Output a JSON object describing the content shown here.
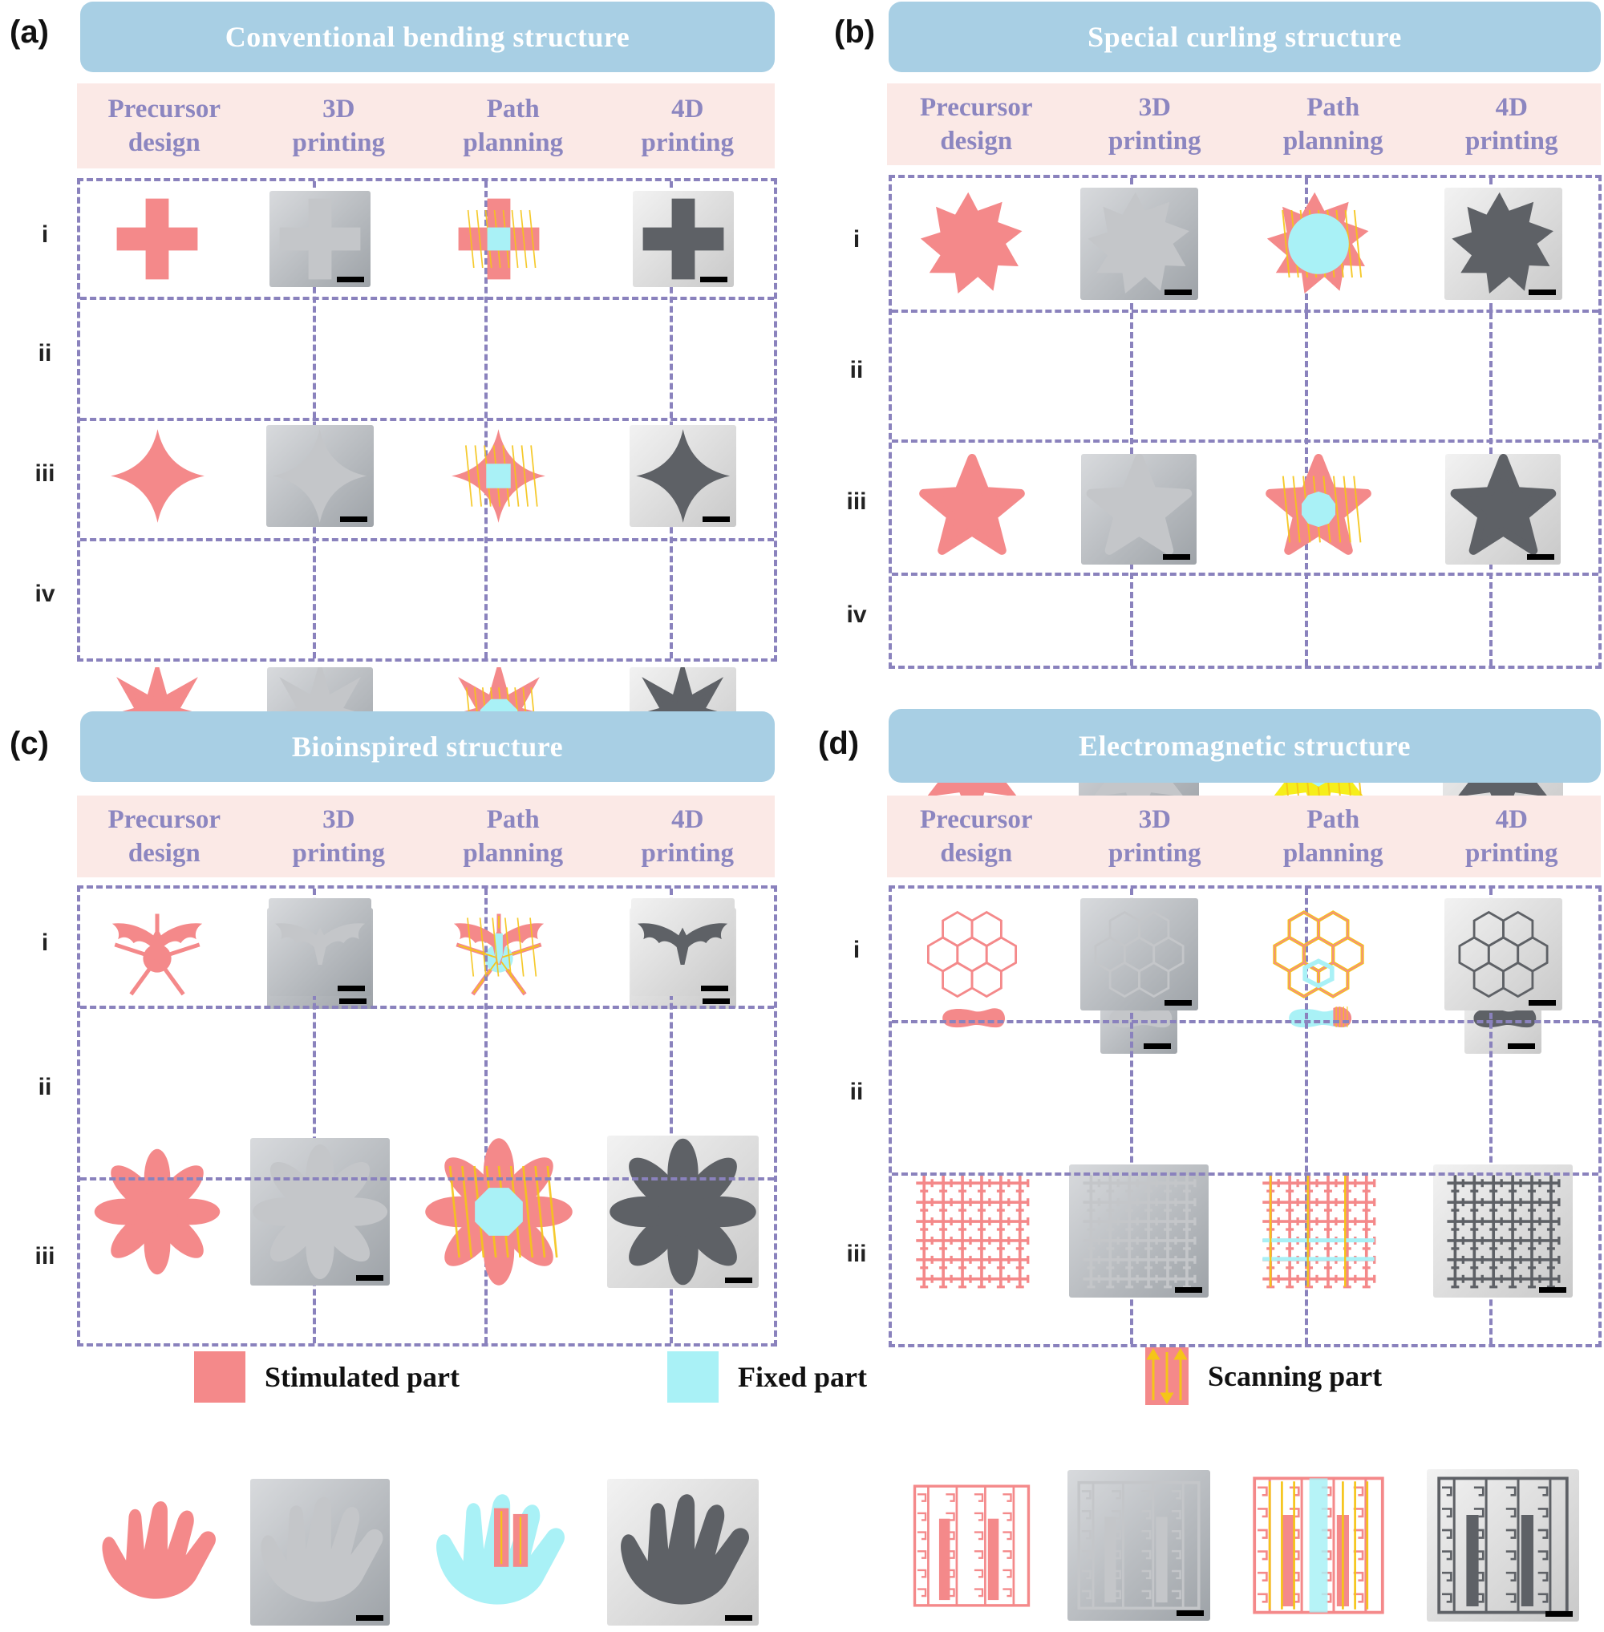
{
  "panels": [
    {
      "id": "a",
      "label": "(a)",
      "title": "Conventional bending structure",
      "headers": [
        "Precursor design",
        "3D printing",
        "Path planning",
        "4D printing"
      ],
      "rows": [
        "i",
        "ii",
        "iii",
        "iv"
      ],
      "shapes": [
        "cross",
        "star4",
        "star8",
        "spokes"
      ]
    },
    {
      "id": "b",
      "label": "(b)",
      "title": "Special curling structure",
      "headers": [
        "Precursor design",
        "3D printing",
        "Path planning",
        "4D printing"
      ],
      "rows": [
        "i",
        "ii",
        "iii",
        "iv"
      ],
      "shapes": [
        "pinwheel",
        "star5",
        "star6",
        "peanut"
      ]
    },
    {
      "id": "c",
      "label": "(c)",
      "title": "Bioinspired structure",
      "headers": [
        "Precursor design",
        "3D printing",
        "Path planning",
        "4D printing"
      ],
      "rows": [
        "i",
        "ii",
        "iii"
      ],
      "shapes": [
        "bat",
        "flower",
        "hand"
      ]
    },
    {
      "id": "d",
      "label": "(d)",
      "title": "Electromagnetic structure",
      "headers": [
        "Precursor design",
        "3D printing",
        "Path planning",
        "4D printing"
      ],
      "rows": [
        "i",
        "ii",
        "iii"
      ],
      "shapes": [
        "honeycomb",
        "mesh",
        "circuit"
      ]
    }
  ],
  "legend": [
    {
      "label": "Stimulated part",
      "color": "#f4898a"
    },
    {
      "label": "Fixed part",
      "color": "#a9f1f6"
    },
    {
      "label": "Scanning part",
      "color": "#f4898a"
    }
  ],
  "colors": {
    "stimulated": "#f4898a",
    "fixed": "#a9f1f6",
    "scan_arrow": "#f5c518",
    "banner": "#a8cfe4",
    "header_bg": "#fbe9e6",
    "header_text": "#8c86c0",
    "dash": "#8a82bd"
  }
}
